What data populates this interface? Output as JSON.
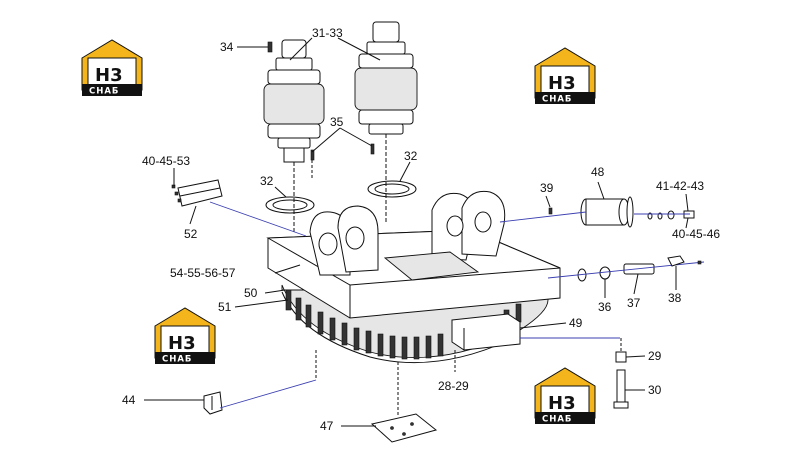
{
  "logo": {
    "top_text": "H3",
    "bottom_text": "CHAБ",
    "colors": {
      "roof": "#f3b51b",
      "ink": "#111111",
      "band": "#111111",
      "band_text": "#ffffff"
    }
  },
  "callouts": {
    "c34": "34",
    "c31_33": "31-33",
    "c35": "35",
    "c32a": "32",
    "c32b": "32",
    "c40_45_53": "40-45-53",
    "c52": "52",
    "c39": "39",
    "c48": "48",
    "c41_42_43": "41-42-43",
    "c40_45_46": "40-45-46",
    "c54_57": "54-55-56-57",
    "c50": "50",
    "c51": "51",
    "c36": "36",
    "c37": "37",
    "c38": "38",
    "c49": "49",
    "c29a": "29",
    "c28_29": "28-29",
    "c30": "30",
    "c44": "44",
    "c47": "47"
  }
}
